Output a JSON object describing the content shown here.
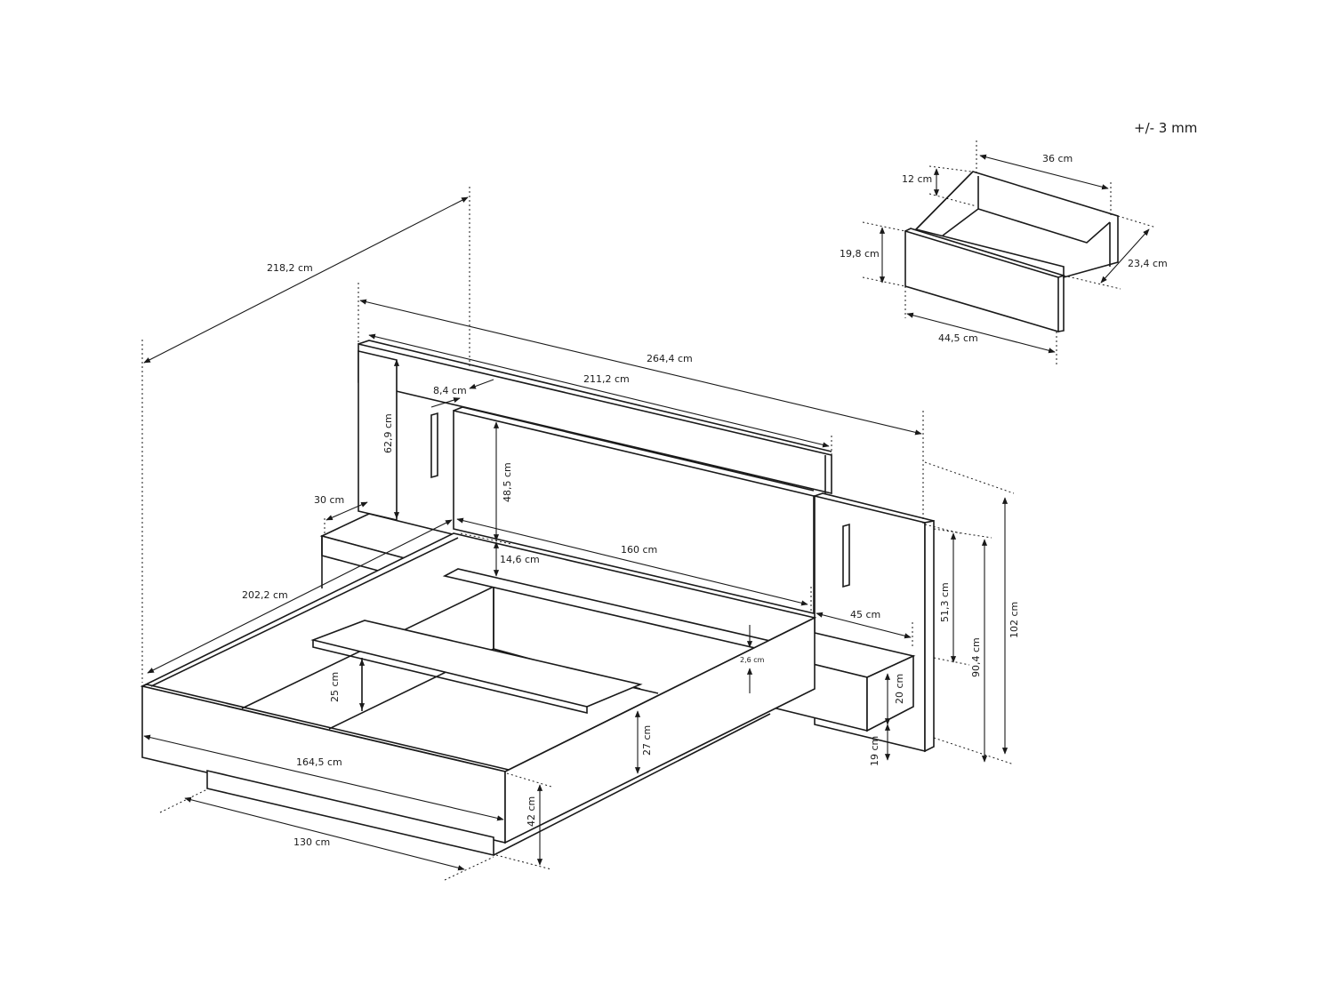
{
  "tolerance": "+/- 3 mm",
  "colors": {
    "line": "#1a1a1a",
    "background": "#ffffff"
  },
  "drawer": {
    "height_inner": "12 cm",
    "depth_inner": "36 cm",
    "front_height": "19,8 cm",
    "side_length": "23,4 cm",
    "front_width": "44,5 cm"
  },
  "bed": {
    "overall_length": "218,2 cm",
    "headboard_total_width": "264,4 cm",
    "headboard_top_width": "211,2 cm",
    "panel_offset": "8,4 cm",
    "side_panel_height": "62,9 cm",
    "center_panel_height": "48,5 cm",
    "nightstand_depth_left": "30 cm",
    "frame_length": "202,2 cm",
    "shelf_gap": "14,6 cm",
    "mattress_width": "160 cm",
    "nightstand_width": "45 cm",
    "side_panel_height_right": "51,3 cm",
    "height_to_panel_top": "90,4 cm",
    "total_height": "102 cm",
    "lip_height": "2,6 cm",
    "nightstand_height": "20 cm",
    "nightstand_floor_clearance": "19 cm",
    "inner_depth": "25 cm",
    "frame_side_height": "27 cm",
    "frame_width": "164,5 cm",
    "base_width": "130 cm",
    "frame_height": "42 cm"
  }
}
